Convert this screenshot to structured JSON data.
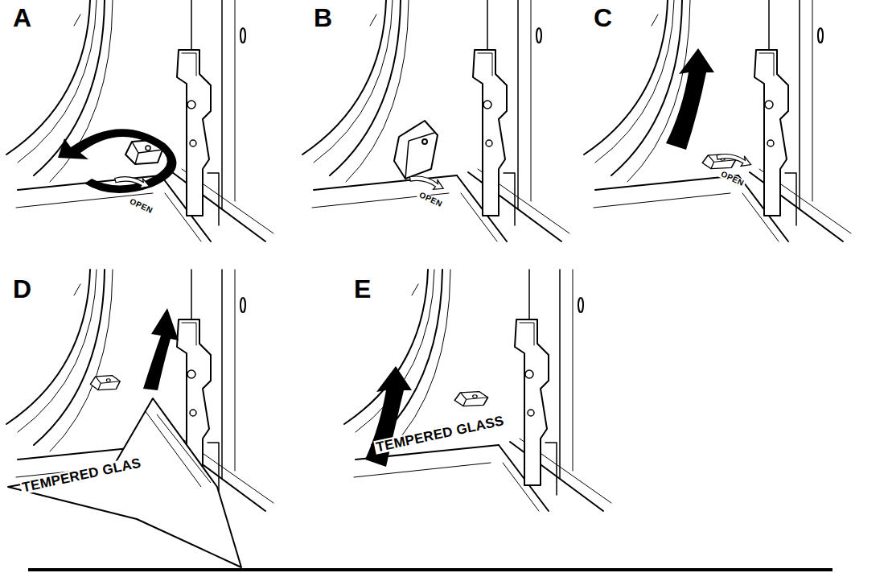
{
  "diagram": {
    "labels": [
      "A",
      "B",
      "C",
      "D",
      "E",
      "OPEN",
      "OPEN",
      "OPEN",
      "TEMPERED GLAS",
      "TEMPERED GLASS"
    ]
  }
}
